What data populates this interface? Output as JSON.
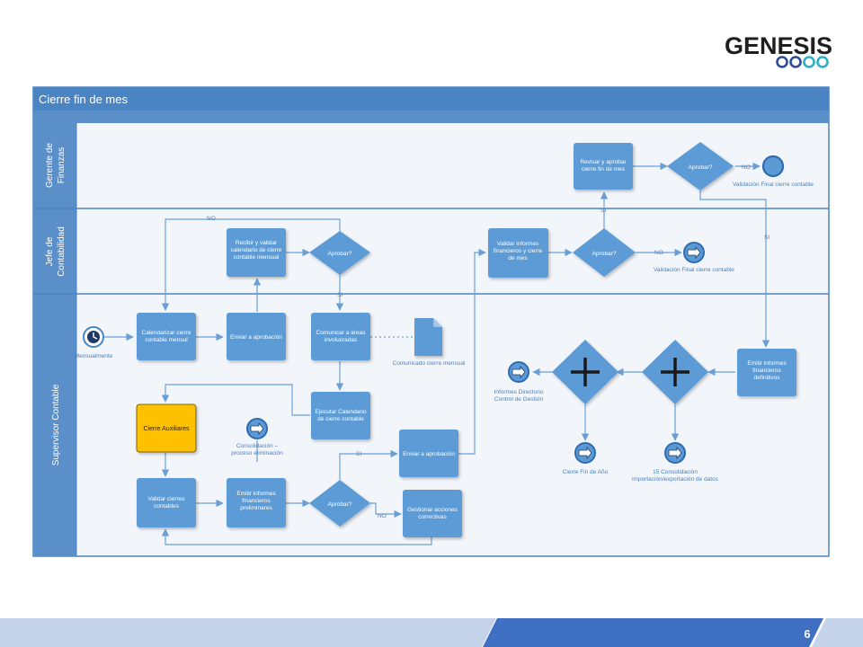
{
  "brand": {
    "name": "GENESIS",
    "ring_colors": [
      "#2e4a9a",
      "#2e4a9a",
      "#2bb0c8",
      "#2bb0c8"
    ]
  },
  "diagram": {
    "title": "Cierre fin de mes",
    "lanes": {
      "gerente": [
        "Gerente de",
        "Finanzas"
      ],
      "jefe": [
        "Jefe de",
        "Contabilidad"
      ],
      "supervisor": [
        "Supervisor Contable"
      ]
    },
    "tasks": {
      "revisar": [
        "Revisar y aprobar",
        "cierre fin de mes"
      ],
      "recibir": [
        "Recibir y validar",
        "calendario de cierre",
        "contable mensual"
      ],
      "validar_inf": [
        "Validar informes",
        "financieros y cierre",
        "de mes"
      ],
      "calendarizar": [
        "Calendarizar cierre",
        "contable mensul"
      ],
      "enviar1": [
        "Enviar a aprobación"
      ],
      "comunicar": [
        "Comunicar a áreas",
        "involucradas"
      ],
      "emitir_def": [
        "Emitir informes",
        "financieros",
        "definitivos"
      ],
      "ejecutar": [
        "Ejecutar Calendario",
        "de cierre contable"
      ],
      "cierre_aux": [
        "Cierre Auxiliares"
      ],
      "enviar2": [
        "Enviar a aprobación"
      ],
      "validar_cierres": [
        "Validar cierres",
        "contables"
      ],
      "emitir_prel": [
        "Emitir informes",
        "financieros",
        "preliminares"
      ],
      "gestionar": [
        "Gestionar acciones",
        "correctivas"
      ]
    },
    "gateways": {
      "g1": "Aprobar?",
      "g2": "Aprobar?",
      "g3": "Aprobar?",
      "g4": "Aprobar?"
    },
    "events": {
      "start": "Mensualmente",
      "end_gerente": "Validación Final cierre contable",
      "end_jefe": "Validación Final cierre contable",
      "end_informes": [
        "Informes Directorio",
        "Control de Gestión"
      ],
      "end_cierre_anio": "Cierre Fin de Año",
      "end_consolidacion15": [
        "15 Consolidación",
        "importación/exportación de datos"
      ],
      "consolidacion": [
        "Consolidación –",
        "proceso eliminación"
      ]
    },
    "artifact": "Comunicado cierre mensual",
    "flow_labels": {
      "no": "NO",
      "si": "SI"
    }
  },
  "footer": {
    "page_number": "6",
    "colors": {
      "light": "#c5d3ea",
      "dark": "#3e6fc2"
    }
  },
  "colors": {
    "task": "#5b9bd5",
    "task_text": "#ffffff",
    "pool_header": "#4a84c2",
    "lane_header": "#5b8fc9",
    "pool_bg": "#f2f6fb",
    "highlight": "#ffc000",
    "line": "#6a9fd6"
  }
}
